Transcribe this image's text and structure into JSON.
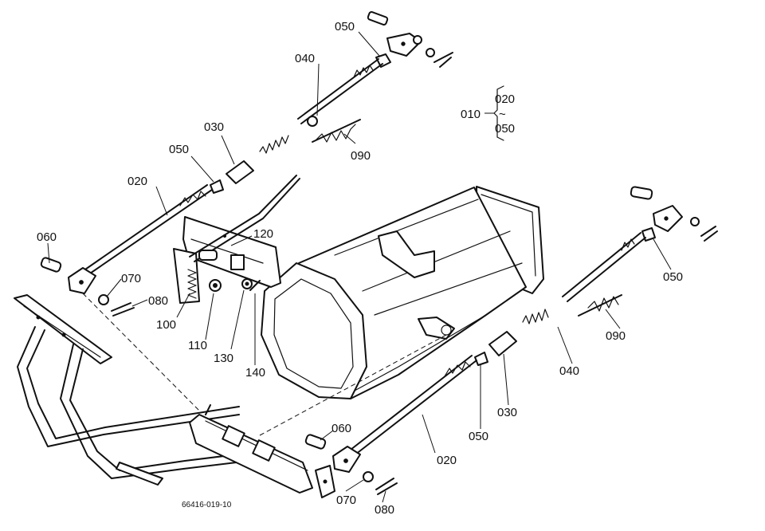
{
  "diagram": {
    "labels": {
      "l040_top": "040",
      "l050_top": "050",
      "l030_top": "030",
      "l050_left": "050",
      "l020_left": "020",
      "l060_left": "060",
      "l070_left": "070",
      "l080_left": "080",
      "l120": "120",
      "l100": "100",
      "l110": "110",
      "l130": "130",
      "l140": "140",
      "l090_top": "090",
      "l010": "010",
      "l020_bracket": "020",
      "l050_bracket": "050",
      "l050_right": "050",
      "l090_right": "090",
      "l040_right": "040",
      "l030_right": "030",
      "l050_mid": "050",
      "l020_mid": "020",
      "l060_bottom": "060",
      "l070_bottom": "070",
      "l080_bottom": "080"
    },
    "bracket_tilde": "~",
    "figure_code": "66416-019-10"
  }
}
